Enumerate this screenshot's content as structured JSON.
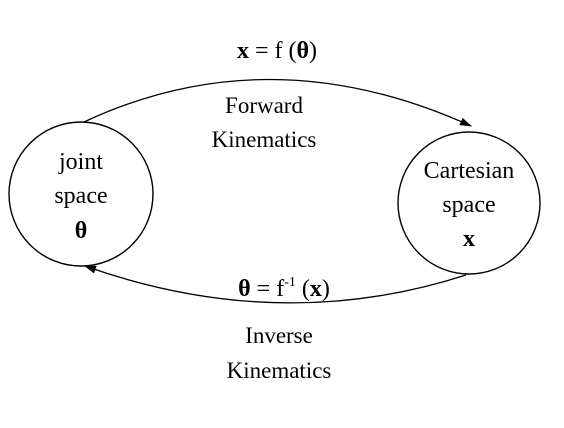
{
  "nodes": {
    "joint": {
      "line1": "joint",
      "line2": "space",
      "symbol": "θ"
    },
    "cartesian": {
      "line1": "Cartesian",
      "line2": "space",
      "symbol": "x"
    }
  },
  "forward": {
    "eq_var": "x",
    "eq_mid": " = f (",
    "eq_arg": "θ",
    "eq_close": ")",
    "label_line1": "Forward",
    "label_line2": "Kinematics"
  },
  "inverse": {
    "eq_var": "θ",
    "eq_mid": " = f",
    "eq_sup": "-1",
    "eq_open": " (",
    "eq_arg": "x",
    "eq_close": ")",
    "label_line1": "Inverse",
    "label_line2": "Kinematics"
  },
  "colors": {
    "stroke": "#000000",
    "background": "#ffffff"
  }
}
